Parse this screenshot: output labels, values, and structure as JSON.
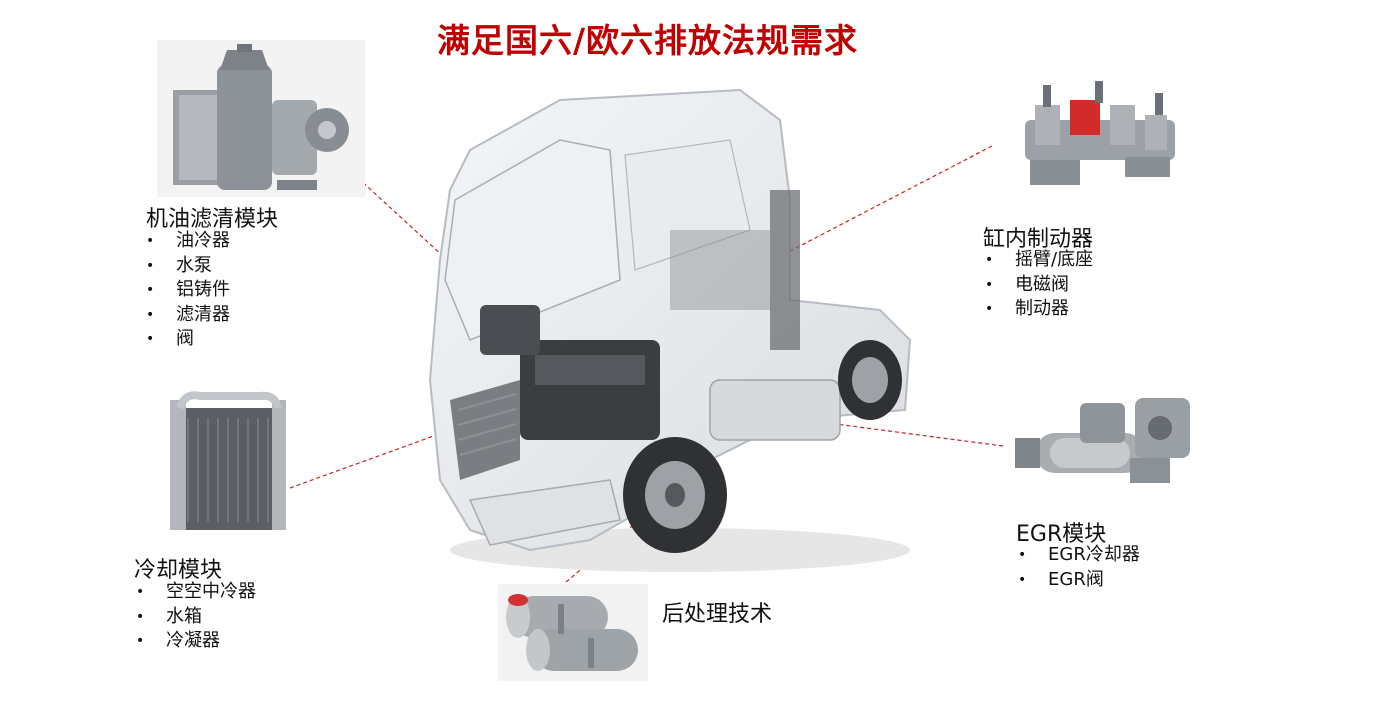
{
  "title": "满足国六/欧六排放法规需求",
  "modules": {
    "oil_filter": {
      "label": "机油滤清模块",
      "items": [
        "油冷器",
        "水泵",
        "铝铸件",
        "滤清器",
        "阀"
      ]
    },
    "engine_brake": {
      "label": "缸内制动器",
      "items": [
        "摇臂/底座",
        "电磁阀",
        "制动器"
      ]
    },
    "egr": {
      "label": "EGR模块",
      "items": [
        "EGR冷却器",
        "EGR阀"
      ]
    },
    "cooling": {
      "label": "冷却模块",
      "items": [
        "空空中冷器",
        "水箱",
        "冷凝器"
      ]
    },
    "aftertreatment": {
      "label": "后处理技术"
    }
  },
  "colors": {
    "title": "#c00000",
    "leader_line": "#cc1f1f"
  }
}
